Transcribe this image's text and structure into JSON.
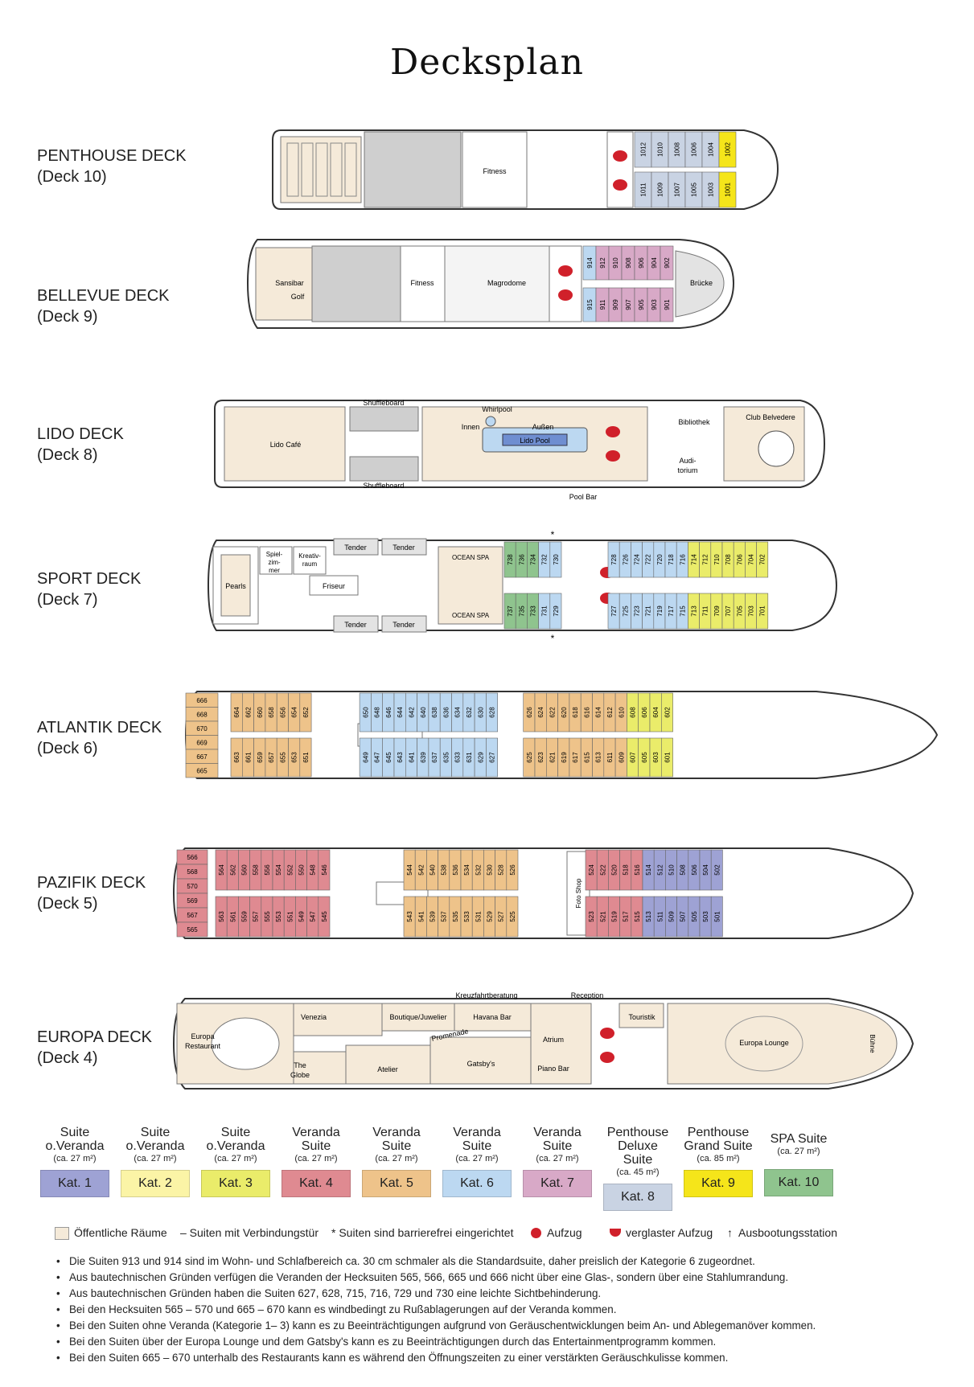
{
  "title": "Decksplan",
  "colors": {
    "kat1": "#9ea2d4",
    "kat2": "#fbf4a6",
    "kat3": "#eaec6a",
    "kat4": "#df8a91",
    "kat5": "#eec38a",
    "kat6": "#bcd8f1",
    "kat7": "#d8a9c7",
    "kat8": "#c9d3e3",
    "kat9": "#f5e51a",
    "kat10": "#8fc48e",
    "public": "#f5ead9",
    "elevator": "#d0202a"
  },
  "decks": [
    {
      "name": "PENTHOUSE DECK",
      "sub": "(Deck 10)"
    },
    {
      "name": "BELLEVUE DECK",
      "sub": "(Deck 9)"
    },
    {
      "name": "LIDO DECK",
      "sub": "(Deck 8)"
    },
    {
      "name": "SPORT DECK",
      "sub": "(Deck 7)"
    },
    {
      "name": "ATLANTIK DECK",
      "sub": "(Deck 6)"
    },
    {
      "name": "PAZIFIK DECK",
      "sub": "(Deck 5)"
    },
    {
      "name": "EUROPA DECK",
      "sub": "(Deck 4)"
    }
  ],
  "rooms": {
    "d10": {
      "top": [
        "1012",
        "1010",
        "1008",
        "1006",
        "1004",
        "1002"
      ],
      "bottom": [
        "1011",
        "1009",
        "1007",
        "1005",
        "1003",
        "1001"
      ],
      "fitness": "Fitness"
    },
    "d9": {
      "top": [
        "914",
        "912",
        "910",
        "908",
        "906",
        "904",
        "902"
      ],
      "bottom": [
        "915",
        "911",
        "909",
        "907",
        "905",
        "903",
        "901"
      ],
      "labels": {
        "sansibar": "Sansibar",
        "golf": "Golf",
        "fitness": "Fitness",
        "magrodome": "Magrodome",
        "bridge": "Brücke"
      }
    },
    "d8": {
      "labels": {
        "shuffle1": "Shuffleboard",
        "shuffle2": "Shuffleboard",
        "lidocafe": "Lido Café",
        "whirlpool": "Whirlpool",
        "innen": "Innen",
        "aussen": "Außen",
        "lidopool": "Lido Pool",
        "poolbar": "Pool Bar",
        "bibliothek": "Bibliothek",
        "club": "Club Belvedere",
        "audi1": "Audi-",
        "audi2": "torium"
      }
    },
    "d7": {
      "top": [
        "738",
        "736",
        "734",
        "732",
        "730",
        "728",
        "726",
        "724",
        "722",
        "720",
        "718",
        "716",
        "714",
        "712",
        "710",
        "708",
        "706",
        "704",
        "702"
      ],
      "bottom": [
        "737",
        "735",
        "733",
        "731",
        "729",
        "727",
        "725",
        "723",
        "721",
        "719",
        "717",
        "715",
        "713",
        "711",
        "709",
        "707",
        "705",
        "703",
        "701"
      ],
      "labels": {
        "tender": "Tender",
        "spa": "OCEAN SPA",
        "pearls": "Pearls",
        "spiel1": "Spiel-",
        "spiel2": "zim-",
        "spiel3": "mer",
        "kreativ1": "Kreativ-",
        "kreativ2": "raum",
        "friseur": "Friseur",
        "star": "*"
      }
    },
    "d6": {
      "top": [
        "664",
        "662",
        "660",
        "658",
        "656",
        "654",
        "652",
        "650",
        "648",
        "646",
        "644",
        "642",
        "640",
        "638",
        "636",
        "634",
        "632",
        "630",
        "628",
        "626",
        "624",
        "622",
        "620",
        "618",
        "616",
        "614",
        "612",
        "610",
        "608",
        "606",
        "604",
        "602"
      ],
      "bottom": [
        "663",
        "661",
        "659",
        "657",
        "655",
        "653",
        "651",
        "649",
        "647",
        "645",
        "643",
        "641",
        "639",
        "637",
        "635",
        "633",
        "631",
        "629",
        "627",
        "625",
        "623",
        "621",
        "619",
        "617",
        "615",
        "613",
        "611",
        "609",
        "607",
        "605",
        "603",
        "601"
      ],
      "stern": [
        "666",
        "668",
        "670",
        "669",
        "667",
        "665"
      ]
    },
    "d5": {
      "top": [
        "564",
        "562",
        "560",
        "558",
        "556",
        "554",
        "552",
        "550",
        "548",
        "546",
        "544",
        "542",
        "540",
        "538",
        "536",
        "534",
        "532",
        "530",
        "528",
        "526",
        "524",
        "522",
        "520",
        "518",
        "516",
        "514",
        "512",
        "510",
        "508",
        "506",
        "504",
        "502"
      ],
      "bottom": [
        "563",
        "561",
        "559",
        "557",
        "555",
        "553",
        "551",
        "549",
        "547",
        "545",
        "543",
        "541",
        "539",
        "537",
        "535",
        "533",
        "531",
        "529",
        "527",
        "525",
        "523",
        "521",
        "519",
        "517",
        "515",
        "513",
        "511",
        "509",
        "507",
        "505",
        "503",
        "501"
      ],
      "stern": [
        "566",
        "568",
        "570",
        "569",
        "567",
        "565"
      ],
      "fotoshop": "Foto Shop"
    },
    "d4": {
      "labels": {
        "kreuz": "Kreuzfahrtberatung",
        "reception": "Reception",
        "venezia": "Venezia",
        "boutique": "Boutique/Juwelier",
        "havana": "Havana Bar",
        "touristik": "Touristik",
        "europa1": "Europa",
        "europa2": "Restaurant",
        "promenade": "Promenade",
        "atrium": "Atrium",
        "lounge": "Europa Lounge",
        "buehne": "Bühne",
        "globe1": "The",
        "globe2": "Globe",
        "atelier": "Atelier",
        "gatsby": "Gatsby's",
        "piano": "Piano Bar"
      }
    }
  },
  "categories": [
    {
      "l1": "Suite",
      "l2": "o.Veranda",
      "size": "(ca. 27 m²)",
      "label": "Kat. 1"
    },
    {
      "l1": "Suite",
      "l2": "o.Veranda",
      "size": "(ca. 27 m²)",
      "label": "Kat. 2"
    },
    {
      "l1": "Suite",
      "l2": "o.Veranda",
      "size": "(ca. 27 m²)",
      "label": "Kat. 3"
    },
    {
      "l1": "Veranda",
      "l2": "Suite",
      "size": "(ca. 27 m²)",
      "label": "Kat. 4"
    },
    {
      "l1": "Veranda",
      "l2": "Suite",
      "size": "(ca. 27 m²)",
      "label": "Kat. 5"
    },
    {
      "l1": "Veranda",
      "l2": "Suite",
      "size": "(ca. 27 m²)",
      "label": "Kat. 6"
    },
    {
      "l1": "Veranda",
      "l2": "Suite",
      "size": "(ca. 27 m²)",
      "label": "Kat. 7"
    },
    {
      "l1": "Penthouse",
      "l2": "Deluxe Suite",
      "size": "(ca. 45 m²)",
      "label": "Kat. 8"
    },
    {
      "l1": "Penthouse",
      "l2": "Grand Suite",
      "size": "(ca. 85 m²)",
      "label": "Kat. 9"
    },
    {
      "l1": "SPA Suite",
      "l2": "",
      "size": "(ca. 27 m²)",
      "label": "Kat. 10"
    }
  ],
  "key": {
    "public": "Öffentliche Räume",
    "connecting": "–  Suiten mit Verbindungstür",
    "accessible": "*  Suiten sind barrierefrei eingerichtet",
    "elevator": "Aufzug",
    "glass_elevator": "verglaster Aufzug",
    "lifeboat": "Ausbootungsstation"
  },
  "notes": [
    "Die Suiten 913 und 914 sind im Wohn- und Schlafbereich ca. 30 cm schmaler als die Standardsuite, daher preislich der Kategorie 6 zugeordnet.",
    "Aus bautechnischen Gründen verfügen die Veranden der Hecksuiten 565, 566, 665 und 666 nicht über eine Glas-, sondern über eine Stahlumrandung.",
    "Aus bautechnischen Gründen haben die Suiten 627, 628, 715, 716, 729 und 730 eine leichte Sichtbehinderung.",
    "Bei den Hecksuiten 565 – 570 und 665 – 670 kann es windbedingt zu Rußablagerungen auf der Veranda kommen.",
    "Bei den Suiten ohne Veranda (Kategorie 1– 3) kann es zu Beeinträchtigungen aufgrund von Geräuschentwicklungen beim An- und Ablegemanöver kommen.",
    "Bei den Suiten über der Europa Lounge und dem Gatsby's kann es zu Beeinträchtigungen durch das Entertainmentprogramm kommen.",
    "Bei den Suiten 665 – 670 unterhalb des Restaurants kann es während den Öffnungszeiten zu einer verstärkten Geräuschkulisse kommen."
  ]
}
